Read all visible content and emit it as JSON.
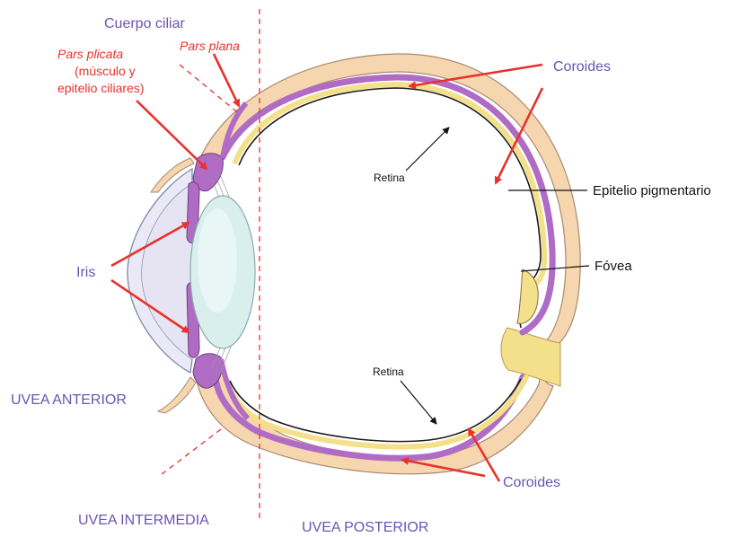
{
  "colors": {
    "sclera": "#f6d6ae",
    "choroid": "#b06cc4",
    "retina_yellow": "#f4e08a",
    "lens": "#d9efee",
    "cornea": "#ebe9f5",
    "pointer_red": "#e8322c",
    "label_purple": "#6a55b3"
  },
  "labels": {
    "cuerpo_ciliar": "Cuerpo ciliar",
    "pars_plicata": "Pars plicata",
    "pars_plicata_note_1": "(músculo y",
    "pars_plicata_note_2": "epitelio ciliares)",
    "pars_plana": "Pars plana",
    "coroides_top": "Coroides",
    "retina_top": "Retina",
    "epitelio_pigmentario": "Epitelio pigmentario",
    "fovea": "Fóvea",
    "iris": "Iris",
    "uvea_anterior": "UVEA ANTERIOR",
    "retina_bottom": "Retina",
    "coroides_bottom": "Coroides",
    "uvea_intermedia": "UVEA INTERMEDIA",
    "uvea_posterior": "UVEA POSTERIOR"
  }
}
